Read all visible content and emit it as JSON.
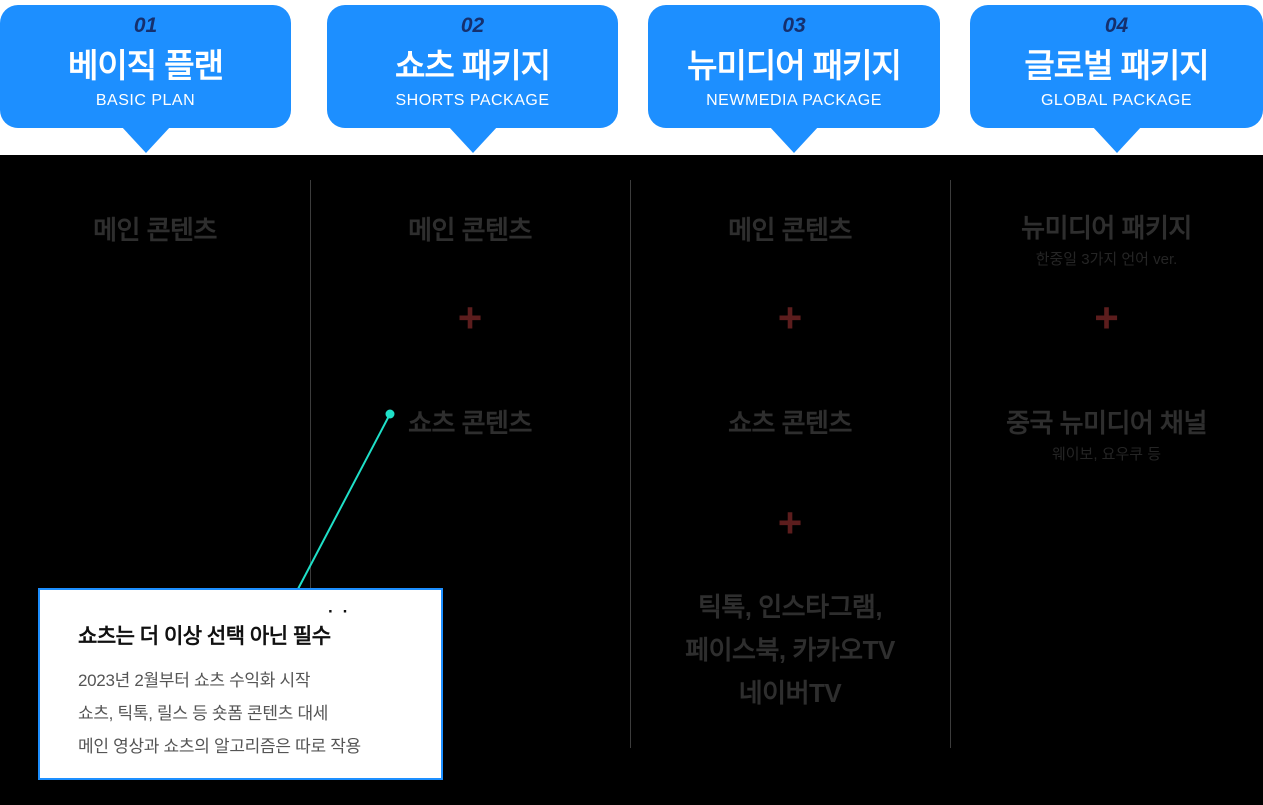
{
  "colors": {
    "accent_blue": "#1d8fff",
    "header_number_navy": "#15306e",
    "plus_dark_red": "#5c1d1d",
    "column_text_gray": "#2e2e2e",
    "connector_teal": "#1fe0c8",
    "divider_gray": "#3c3c3c",
    "background": "#000000",
    "top_band": "#ffffff"
  },
  "columns": [
    {
      "number": "01",
      "title": "베이직 플랜",
      "subtitle": "BASIC PLAN",
      "item1": "메인 콘텐츠"
    },
    {
      "number": "02",
      "title": "쇼츠 패키지",
      "subtitle": "SHORTS PACKAGE",
      "item1": "메인 콘텐츠",
      "plus1": "+",
      "item2": "쇼츠 콘텐츠"
    },
    {
      "number": "03",
      "title": "뉴미디어 패키지",
      "subtitle": "NEWMEDIA PACKAGE",
      "item1": "메인 콘텐츠",
      "plus1": "+",
      "item2": "쇼츠 콘텐츠",
      "plus2": "+",
      "item3_lines": [
        "틱톡, 인스타그램,",
        "페이스북, 카카오TV",
        "네이버TV"
      ]
    },
    {
      "number": "04",
      "title": "글로벌 패키지",
      "subtitle": "GLOBAL PACKAGE",
      "item1": "뉴미디어 패키지",
      "item1_note": "한중일 3가지 언어 ver.",
      "plus1": "+",
      "item2": "중국 뉴미디어 채널",
      "item2_note": "웨이보, 요우쿠 등"
    }
  ],
  "callout": {
    "title_prefix": "쇼츠는 더 이상 선택 아닌 ",
    "title_emphasis": "필수",
    "emphasis_dots": "··",
    "lines": [
      "2023년 2월부터 쇼츠 수익화 시작",
      "쇼츠, 틱톡, 릴스 등 숏폼 콘텐츠 대세",
      "메인 영상과 쇼츠의 알고리즘은 따로 작용"
    ]
  }
}
